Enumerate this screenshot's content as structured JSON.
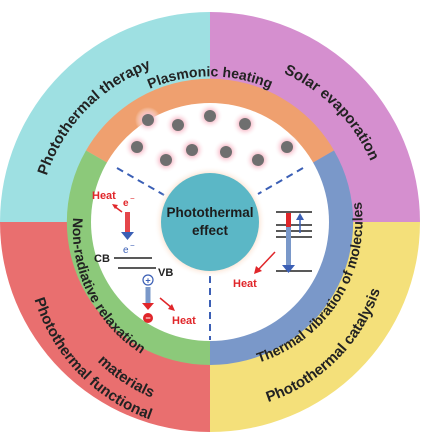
{
  "colors": {
    "teal_outer": "#9ee0e2",
    "pink_outer": "#d58fcf",
    "yellow_outer": "#f4e07a",
    "red_outer": "#e96f6f",
    "orange_ring": "#efa06f",
    "green_ring": "#8cc97a",
    "blue_ring": "#7a98c9",
    "center": "#5bb7c6",
    "center_halo": "#f7c9a8",
    "heat_red": "#e0262a",
    "dash_blue": "#3b5fb5",
    "nanoparticle": "#6f6f6f",
    "nanoparticle_glow": "#f29bb0"
  },
  "outer": {
    "therapy": "Photothermal therapy",
    "evaporation": "Solar evaporation",
    "catalysis": "Photothermal catalysis",
    "functional_line1": "Photothermal functional",
    "functional_line2": "materials"
  },
  "inner": {
    "plasmonic": "Plasmonic heating",
    "nonradiative": "Non-radiative relaxation",
    "thermal_vibration": "Thermal vibration of molecules"
  },
  "center": {
    "line1": "Photothermal",
    "line2": "effect"
  },
  "labels": {
    "heat": "Heat",
    "electron": "e",
    "electron_sup": "−",
    "cb": "CB",
    "vb": "VB",
    "plus": "+",
    "minus": "−"
  }
}
